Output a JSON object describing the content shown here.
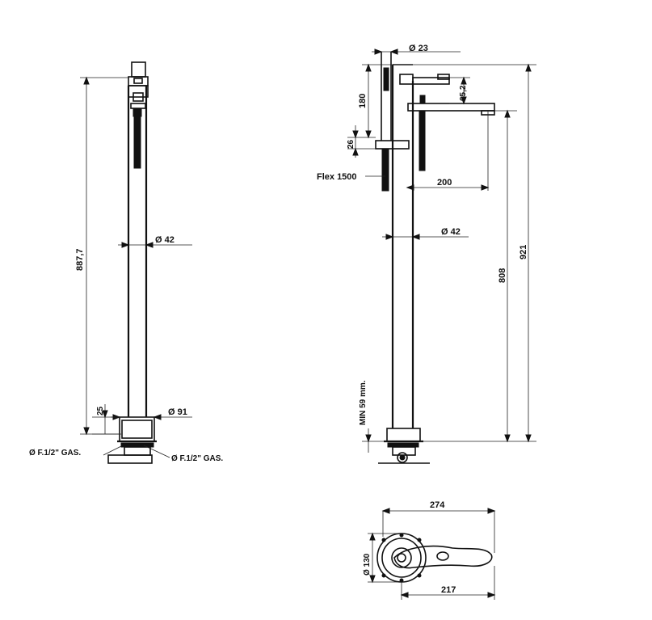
{
  "dims": {
    "front_height": "887,7",
    "front_pipe_dia": "Ø  42",
    "front_base_dia": "Ø  91",
    "front_base_h": "25",
    "gas_left": "Ø F.1/2\" GAS.",
    "gas_right": "Ø F.1/2\" GAS.",
    "side_top_dia": "Ø  23",
    "side_180": "180",
    "side_65": "65,2",
    "side_26": "26",
    "flex": "Flex 1500",
    "side_200": "200",
    "side_pipe_dia": "Ø  42",
    "side_808": "808",
    "side_921": "921",
    "side_min": "MIN 59 mm.",
    "plan_274": "274",
    "plan_130": "Ø  130",
    "plan_217": "217"
  }
}
